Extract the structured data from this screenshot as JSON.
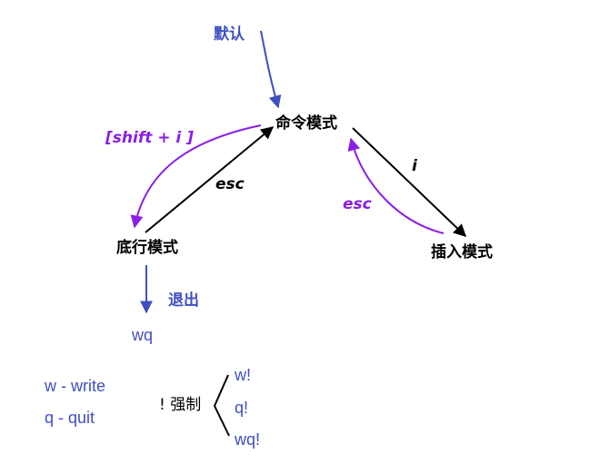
{
  "nodes": {
    "command_mode": "命令模式",
    "bottom_line_mode": "底行模式",
    "insert_mode": "插入模式"
  },
  "labels": {
    "default": "默认",
    "shift_i": "[shift + i ]",
    "esc_bottom": "esc",
    "i_key": "i",
    "esc_insert": "esc",
    "quit": "退出",
    "wq": "wq",
    "w_write": "w - write",
    "q_quit": "q - quit",
    "force": "! 强制",
    "w_bang": "w!",
    "q_bang": "q!",
    "wq_bang": "wq!"
  },
  "colors": {
    "blue": "#3f4fc1",
    "purple": "#8a1ee6",
    "black": "#000000"
  }
}
